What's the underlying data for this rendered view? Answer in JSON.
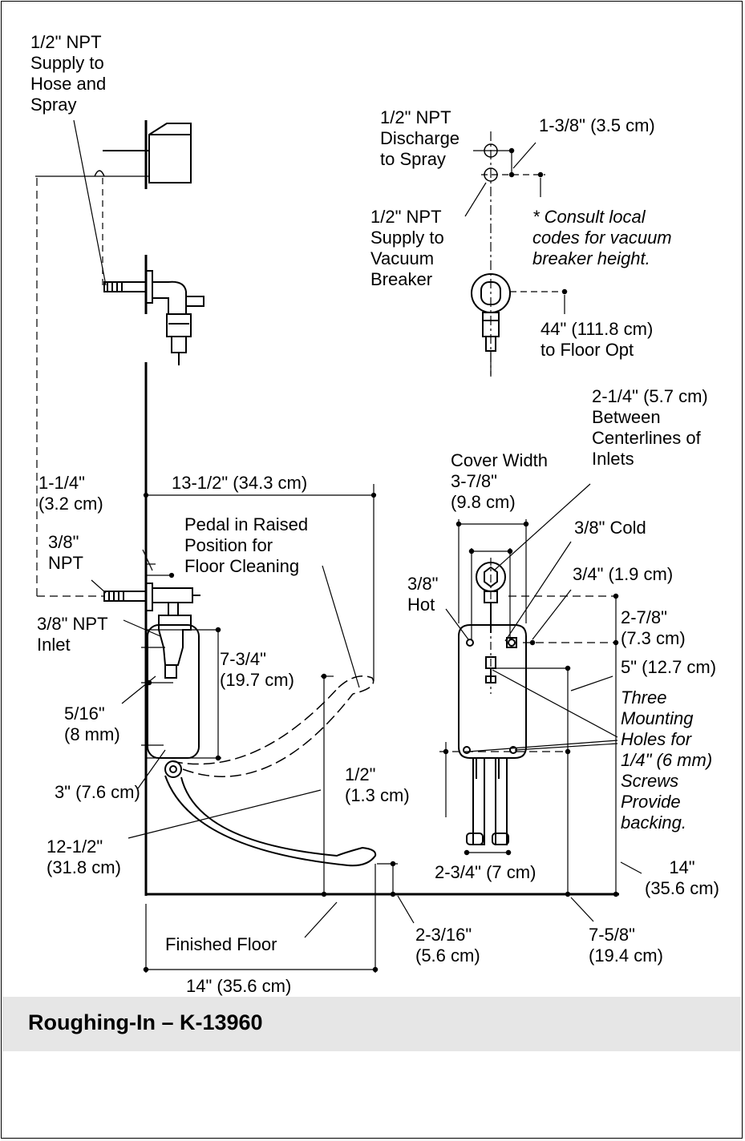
{
  "title": "Roughing-In – K-13960",
  "labels": {
    "supply_hose_spray": "1/2\" NPT\nSupply to\nHose and\nSpray",
    "discharge_spray": "1/2\" NPT\nDischarge\nto Spray",
    "dim_1_3_8": "1-3/8\" (3.5 cm)",
    "supply_vacuum_breaker": "1/2\" NPT\nSupply to\nVacuum\nBreaker",
    "consult_note": "* Consult local\ncodes for vacuum\nbreaker height.",
    "dim_44": "44\" (111.8 cm)\nto Floor Opt",
    "dim_2_1_4": "2-1/4\" (5.7 cm)\nBetween\nCenterlines of\nInlets",
    "cover_width": "Cover Width\n3-7/8\"\n(9.8 cm)",
    "dim_1_1_4": "1-1/4\"\n(3.2 cm)",
    "dim_13_1_2": "13-1/2\" (34.3 cm)",
    "pedal_raised": "Pedal in Raised\nPosition for\nFloor Cleaning",
    "npt_3_8": "3/8\"\nNPT",
    "cold_3_8": "3/8\" Cold",
    "dim_3_4": "3/4\" (1.9 cm)",
    "hot_3_8": "3/8\"\nHot",
    "npt_inlet": "3/8\" NPT\nInlet",
    "dim_7_3_4": "7-3/4\"\n(19.7 cm)",
    "dim_2_7_8": "2-7/8\"\n(7.3 cm)",
    "dim_5": "5\" (12.7 cm)",
    "dim_5_16": "5/16\"\n(8 mm)",
    "mounting_holes": "Three\nMounting\nHoles for\n1/4\" (6 mm)\nScrews\nProvide\nbacking.",
    "dim_3": "3\" (7.6 cm)",
    "dim_1_2": "1/2\"\n(1.3 cm)",
    "dim_12_1_2": "12-1/2\"\n(31.8 cm)",
    "dim_2_3_4": "2-3/4\" (7 cm)",
    "dim_14_right": "14\"\n(35.6 cm)",
    "finished_floor": "Finished Floor",
    "dim_2_3_16": "2-3/16\"\n(5.6 cm)",
    "dim_7_5_8": "7-5/8\"\n(19.4 cm)",
    "dim_14_bottom": "14\" (35.6 cm)"
  }
}
